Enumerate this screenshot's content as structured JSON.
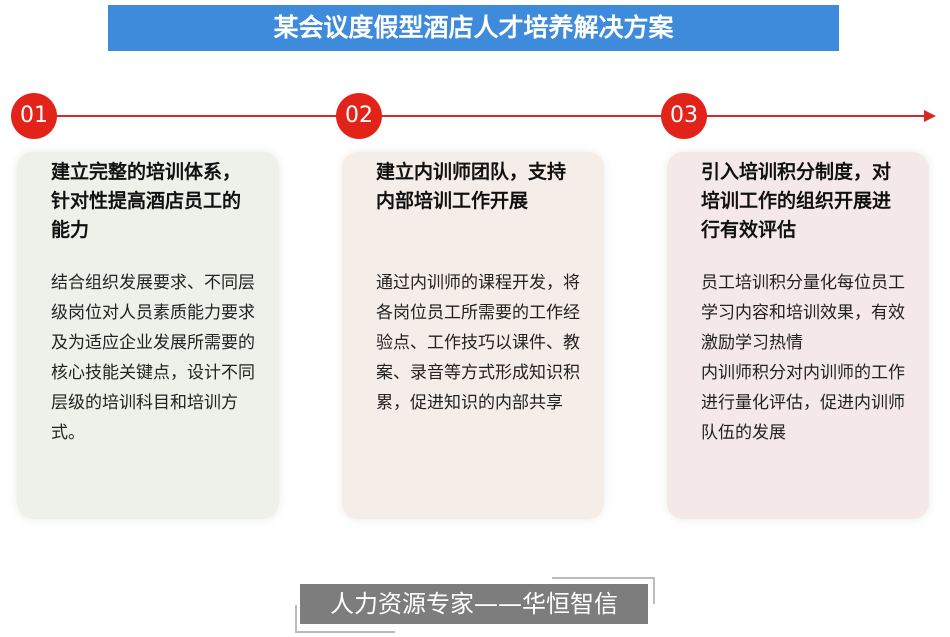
{
  "title": "某会议度假型酒店人才培养解决方案",
  "steps": [
    {
      "num": "01",
      "heading": "建立完整的培训体系，针对性提高酒店员工的能力",
      "body": "结合组织发展要求、不同层级岗位对人员素质能力要求及为适应企业发展所需要的核心技能关键点，设计不同层级的培训科目和培训方式。",
      "bg": "#edf1ea"
    },
    {
      "num": "02",
      "heading": "建立内训师团队，支持内部培训工作开展",
      "body": "通过内训师的课程开发，将各岗位员工所需要的工作经验点、工作技巧以课件、教案、录音等方式形成知识积累，促进知识的内部共享",
      "bg": "#f5ede8"
    },
    {
      "num": "03",
      "heading": "引入培训积分制度，对培训工作的组织开展进行有效评估",
      "body": "员工培训积分量化每位员工学习内容和培训效果，有效激励学习热情\n内训师积分对内训师的工作进行量化评估，促进内训师队伍的发展",
      "bg": "#f4e9e8"
    }
  ],
  "footer": "人力资源专家——华恒智信"
}
